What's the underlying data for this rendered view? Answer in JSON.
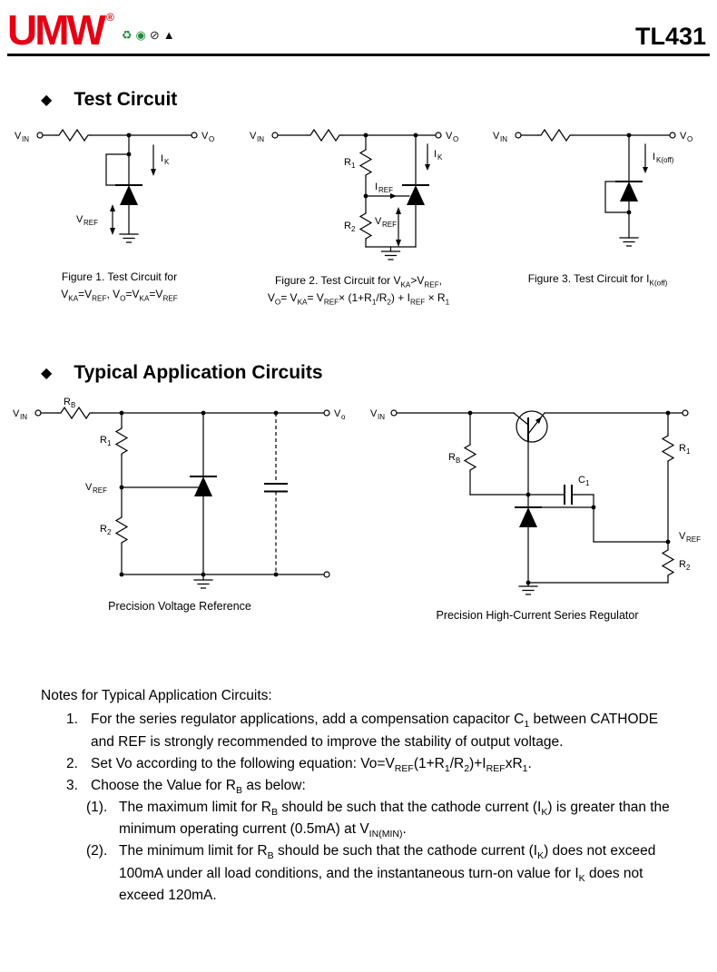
{
  "header": {
    "logo_text": "UMW",
    "registered_mark": "®",
    "brand_color": "#e60014",
    "part_number": "TL431",
    "cert_icons": [
      {
        "name": "recycle-icon",
        "glyph": "♻",
        "color": "#1f8a3b"
      },
      {
        "name": "green-circle-cert-icon",
        "glyph": "◉",
        "color": "#1f8a3b"
      },
      {
        "name": "crossed-circle-icon",
        "glyph": "⊘",
        "color": "#222222"
      },
      {
        "name": "triangle-cert-icon",
        "glyph": "▲",
        "color": "#111111"
      }
    ]
  },
  "sections": {
    "test": {
      "bullet": "◆",
      "title": "Test Circuit"
    },
    "apps": {
      "bullet": "◆",
      "title": "Typical Application Circuits"
    }
  },
  "fig1": {
    "labels": {
      "vin": {
        "base": "V",
        "sub": "IN"
      },
      "vo": {
        "base": "V",
        "sub": "O"
      },
      "ik": {
        "base": "I",
        "sub": "K"
      },
      "vref": {
        "base": "V",
        "sub": "REF"
      }
    },
    "caption_line1": "Figure 1. Test Circuit for",
    "caption_line2": [
      {
        "t": "V"
      },
      {
        "sub": "KA"
      },
      {
        "t": "=V"
      },
      {
        "sub": "REF"
      },
      {
        "t": ",  V"
      },
      {
        "sub": "O"
      },
      {
        "t": "=V"
      },
      {
        "sub": "KA"
      },
      {
        "t": "=V"
      },
      {
        "sub": "REF"
      }
    ]
  },
  "fig2": {
    "labels": {
      "vin": {
        "base": "V",
        "sub": "IN"
      },
      "vo": {
        "base": "V",
        "sub": "O"
      },
      "ik": {
        "base": "I",
        "sub": "K"
      },
      "r1": {
        "base": "R",
        "sub": "1"
      },
      "r2": {
        "base": "R",
        "sub": "2"
      },
      "iref": {
        "base": "I",
        "sub": "REF"
      },
      "vref": {
        "base": "V",
        "sub": "REF"
      }
    },
    "caption_line1": [
      {
        "t": "Figure 2. Test Circuit for V"
      },
      {
        "sub": "KA"
      },
      {
        "t": ">V"
      },
      {
        "sub": "REF"
      },
      {
        "t": ","
      }
    ],
    "caption_line2": [
      {
        "t": "V"
      },
      {
        "sub": "O"
      },
      {
        "t": "= V"
      },
      {
        "sub": "KA"
      },
      {
        "t": "= V"
      },
      {
        "sub": "REF"
      },
      {
        "t": "× (1+R"
      },
      {
        "sub": "1"
      },
      {
        "t": "/R"
      },
      {
        "sub": "2"
      },
      {
        "t": ") + I"
      },
      {
        "sub": "REF"
      },
      {
        "t": " × R"
      },
      {
        "sub": "1"
      }
    ]
  },
  "fig3": {
    "labels": {
      "vin": {
        "base": "V",
        "sub": "IN"
      },
      "vo": {
        "base": "V",
        "sub": "O"
      },
      "ikoff": {
        "base": "I",
        "sub": "K(off)"
      }
    },
    "caption_line1": [
      {
        "t": "Figure 3. Test Circuit for I"
      },
      {
        "sub": "K(off)"
      }
    ]
  },
  "app1": {
    "labels": {
      "vin": {
        "base": "V",
        "sub": "IN"
      },
      "rb": {
        "base": "R",
        "sub": "B"
      },
      "vo": {
        "base": "V",
        "sub": "o"
      },
      "r1": {
        "base": "R",
        "sub": "1"
      },
      "vref": {
        "base": "V",
        "sub": "REF"
      },
      "r2": {
        "base": "R",
        "sub": "2"
      }
    },
    "caption": "Precision Voltage Reference"
  },
  "app2": {
    "labels": {
      "vin": {
        "base": "V",
        "sub": "IN"
      },
      "rb": {
        "base": "R",
        "sub": "B"
      },
      "c1": {
        "base": "C",
        "sub": "1"
      },
      "r1": {
        "base": "R",
        "sub": "1"
      },
      "vref": {
        "base": "V",
        "sub": "REF"
      },
      "r2": {
        "base": "R",
        "sub": "2"
      }
    },
    "caption": "Precision High-Current Series Regulator"
  },
  "notes": {
    "title": "Notes for Typical Application Circuits:",
    "items": [
      {
        "num": "1.",
        "rich": [
          {
            "t": "For the series regulator applications, add a compensation capacitor C"
          },
          {
            "sub": "1"
          },
          {
            "t": " between CATHODE and REF is strongly recommended to improve the stability of output voltage."
          }
        ]
      },
      {
        "num": "2.",
        "rich": [
          {
            "t": "Set Vo according to the following equation: Vo=V"
          },
          {
            "sub": "REF"
          },
          {
            "t": "(1+R"
          },
          {
            "sub": "1"
          },
          {
            "t": "/R"
          },
          {
            "sub": "2"
          },
          {
            "t": ")+I"
          },
          {
            "sub": "REF"
          },
          {
            "t": "xR"
          },
          {
            "sub": "1"
          },
          {
            "t": "."
          }
        ]
      },
      {
        "num": "3.",
        "rich": [
          {
            "t": "Choose the Value for R"
          },
          {
            "sub": "B"
          },
          {
            "t": " as below:"
          }
        ]
      }
    ],
    "subitems": [
      {
        "num": "(1).",
        "rich": [
          {
            "t": "The maximum limit for R"
          },
          {
            "sub": "B"
          },
          {
            "t": " should be such that the cathode current (I"
          },
          {
            "sub": "K"
          },
          {
            "t": ") is greater than the minimum operating current (0.5mA) at V"
          },
          {
            "sub": "IN(MIN)"
          },
          {
            "t": "."
          }
        ]
      },
      {
        "num": "(2).",
        "rich": [
          {
            "t": "The minimum limit for R"
          },
          {
            "sub": "B"
          },
          {
            "t": " should be such that the cathode current (I"
          },
          {
            "sub": "K"
          },
          {
            "t": ") does not exceed 100mA under all load conditions, and the instantaneous turn-on value for I"
          },
          {
            "sub": "K"
          },
          {
            "t": " does not exceed 120mA."
          }
        ]
      }
    ]
  }
}
